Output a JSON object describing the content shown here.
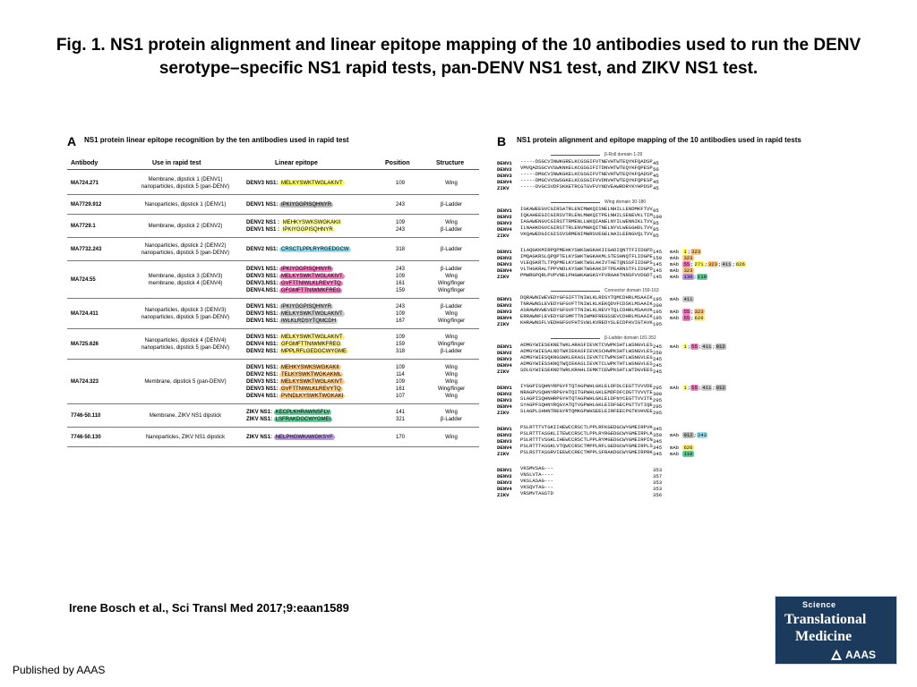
{
  "title": "Fig. 1. NS1 protein alignment and linear epitope mapping of the 10 antibodies used to run the DENV serotype–specific NS1 rapid tests, pan-DENV NS1 test, and ZIKV NS1 test.",
  "citation": "Irene Bosch et al., Sci Transl Med 2017;9:eaan1589",
  "published": "Published by AAAS",
  "logo": {
    "line1": "Science",
    "line2": "Translational",
    "line3": "Medicine",
    "line4": "AAAS"
  },
  "panel_a": {
    "letter": "A",
    "heading": "NS1 protein linear epitope recognition by the ten antibodies used in rapid test",
    "headers": {
      "antibody": "Antibody",
      "use": "Use in rapid test",
      "epitope": "Linear epitope",
      "position": "Position",
      "structure": "Structure"
    },
    "rows": [
      {
        "antibody": "MA724.271",
        "use": [
          "Membrane, dipstick 1 (DENV1)",
          "nanoparticles, dipstick 5 (pan-DENV)"
        ],
        "epitopes": [
          {
            "label": "DENV3 NS1:",
            "seq": "MELKYSWKTWGLAKIVT",
            "color": "#ffff66",
            "position": "109",
            "structure": "Wing"
          }
        ]
      },
      {
        "antibody": "MA7729.912",
        "use": [
          "Nanoparticles, dipstick 1 (DENV1)"
        ],
        "epitopes": [
          {
            "label": "DENV1 NS1:",
            "seq": "IPKIYGGPISQHNYR",
            "color": "#bbbbbb",
            "position": "243",
            "structure": "β-Ladder"
          }
        ]
      },
      {
        "antibody": "MA7729.1",
        "use": [
          "Membrane, dipstick 2 (DENV2)"
        ],
        "epitopes": [
          {
            "label": "DENV2 NS1 :",
            "seq": "MEHKYSWKSWGKAKII",
            "color": "#ffff99",
            "position": "109",
            "structure": "Wing"
          },
          {
            "label": "DENV1 NS1 :",
            "seq": "IPKIYGGPISQHNYR",
            "color": "#ffff99",
            "position": "243",
            "structure": "β-Ladder"
          }
        ]
      },
      {
        "antibody": "MA7732.243",
        "use": [
          "Nanoparticles, dipstick 2 (DENV2)",
          "nanoparticles, dipstick 5 (pan-DENV)"
        ],
        "epitopes": [
          {
            "label": "DENV2 NS1:",
            "seq": "CRSCTLPPLRYRGEDGCW",
            "color": "#99ddee",
            "position": "318",
            "structure": "β-Ladder"
          }
        ]
      },
      {
        "antibody": "MA724.55",
        "use": [
          "Membrane, dipstick 3 (DENV3)",
          "membrane, dipstick 4 (DENV4)"
        ],
        "epitopes": [
          {
            "label": "DENV1 NS1:",
            "seq": "IPKIYGGPISQHNYR",
            "color": "#f080c0",
            "position": "243",
            "structure": "β-Ladder"
          },
          {
            "label": "DENV3 NS1:",
            "seq": "MELKYSWKTWGLAKIVT",
            "color": "#f080c0",
            "position": "109",
            "structure": "Wing"
          },
          {
            "label": "DENV3.NS1:",
            "seq": "GVFTTNIWLKLREVYTQ",
            "color": "#f080c0",
            "position": "161",
            "structure": "Wing/finger"
          },
          {
            "label": "DENV4.NS1:",
            "seq": "GFGMFTTNIWMKFREG",
            "color": "#f080c0",
            "position": "159",
            "structure": "Wing/finger"
          }
        ]
      },
      {
        "antibody": "MA724.411",
        "use": [
          "Nanoparticles, dipstick 3 (DENV3)",
          "nanoparticles, dipstick 5 (pan-DENV)"
        ],
        "epitopes": [
          {
            "label": "DENV1 NS1:",
            "seq": "IPKIYGGPISQHNYR",
            "color": "#cccccc",
            "position": "243",
            "structure": "β-Ladder"
          },
          {
            "label": "DENV3 NS1:",
            "seq": "MELKYSWKTWGLAKIVT",
            "color": "#cccccc",
            "position": "109",
            "structure": "Wing"
          },
          {
            "label": "DENV1 NS1:",
            "seq": "IWLKLRDSYTQMCDH",
            "color": "#cccccc",
            "position": "167",
            "structure": "Wing/finger"
          }
        ]
      },
      {
        "antibody": "MA725.626",
        "use": [
          "Nanoparticles, dipstick 4 (DENV4)",
          "nanoparticles, dipstick 5 (pan-DENV)"
        ],
        "epitopes": [
          {
            "label": "DENV3 NS1:",
            "seq": "MELKYSWKTWGLAKIVT",
            "color": "#ffee88",
            "position": "109",
            "structure": "Wing"
          },
          {
            "label": "DENV4 NS1:",
            "seq": "GFGMFTTNIWMKFREG",
            "color": "#ffee88",
            "position": "159",
            "structure": "Wing/finger"
          },
          {
            "label": "DENV2 NS1:",
            "seq": "MPPLRFLGEDGCWYGME",
            "color": "#ffee88",
            "position": "318",
            "structure": "β-Ladder"
          }
        ]
      },
      {
        "antibody": "MA724.323",
        "use": [
          "Membrane, dipstick 5 (pan-DENV)"
        ],
        "epitopes": [
          {
            "label": "DENV1 NS1:",
            "seq": "MEHKYSWKSWGKAKII",
            "color": "#ffcc88",
            "position": "109",
            "structure": "Wing"
          },
          {
            "label": "DENV2 NS1:",
            "seq": "TELKYSWKTWGKAKML",
            "color": "#ffcc88",
            "position": "114",
            "structure": "Wing"
          },
          {
            "label": "DENV3 NS1:",
            "seq": "MELKYSWKTWGLAKIVT",
            "color": "#ffcc88",
            "position": "109",
            "structure": "Wing"
          },
          {
            "label": "DENV3 NS1:",
            "seq": "GVFTTNIWLKLREVYTQ",
            "color": "#ffcc88",
            "position": "161",
            "structure": "Wing/finger"
          },
          {
            "label": "DENV4 NS1:",
            "seq": "PVNDLKYSWKTWGKAKI",
            "color": "#ffcc88",
            "position": "107",
            "structure": "Wing"
          }
        ]
      },
      {
        "antibody": "7746-50.110",
        "use": [
          "Membrane, ZIKV NS1 dipstick"
        ],
        "epitopes": [
          {
            "label": "ZIKV NS1:",
            "seq": "KECPLKHRAWNSFLV",
            "color": "#66cc99",
            "position": "141",
            "structure": "Wing"
          },
          {
            "label": "ZIKV NS1:",
            "seq": "LSFRAKDGCWYGMEI",
            "color": "#66cc99",
            "position": "321",
            "structure": "β-Ladder"
          }
        ]
      },
      {
        "antibody": "7746-50.130",
        "use": [
          "Nanoparticles, ZIKV NS1 dipstick"
        ],
        "epitopes": [
          {
            "label": "ZIKV NS1:",
            "seq": "NELPHGWKAWGKSYF",
            "color": "#bb99dd",
            "position": "170",
            "structure": "Wing"
          }
        ]
      }
    ]
  },
  "panel_b": {
    "letter": "B",
    "heading": "NS1 protein alignment and epitope mapping of the 10 antibodies used in rapid tests",
    "blocks": [
      {
        "domain": "β-Roll domain 1-29",
        "lines": [
          {
            "name": "DENV1",
            "seq": "-----DSGCVINWKGRELKCGSGIFVTNEVHTWTEQYKFQADSPKRLSAA",
            "end": "45",
            "mab": []
          },
          {
            "name": "DENV2",
            "seq": "VMVQADSGCVVSWKNKELKCGSGIFITDNVHTWTEQYKFQPESPSKLASA",
            "end": "50",
            "mab": []
          },
          {
            "name": "DENV3",
            "seq": "-----DMGCVINWKGKELKCGSGIFVTNEVHTWTEQYKFQADSPKRVATA",
            "end": "45",
            "mab": []
          },
          {
            "name": "DENV4",
            "seq": "-----DMGCVVSWSGKELKCGSGIFVVDNVHTWTEQYKFQPESPARLASA",
            "end": "45",
            "mab": []
          },
          {
            "name": "ZIKV",
            "seq": "-----DVGCSVDFSKKETRCGTGVFVYNDVEAWRDRYKYHPDSPRRLAAA",
            "end": "45",
            "mab": []
          }
        ]
      },
      {
        "domain": "Wing domain 30-180",
        "lines": [
          {
            "name": "DENV1",
            "seq": "IGKAWEEGVCGIRSATRLENIMWKQISNELNHILLENDMKFTVVVGDVSG",
            "end": "95",
            "mab": []
          },
          {
            "name": "DENV2",
            "seq": "IQKAHEEGICGIRSVTRLENLMWKQITPELNHILSENEVKLTIMTGDIKG",
            "end": "100",
            "mab": []
          },
          {
            "name": "DENV3",
            "seq": "IAGAWENGVCGIRSTTRMENLLWKQIANELNYILWENNIKLTVVVGDITG",
            "end": "95",
            "mab": []
          },
          {
            "name": "DENV4",
            "seq": "ILNAHKDGVCGIRSTTRLENVMWKQITNELNYVLWEGGHDLTVVAGDVKG",
            "end": "95",
            "mab": []
          },
          {
            "name": "ZIKV",
            "seq": "VKQAWEDGICGISSVSRMENIMWRSVEGELNAILEENGVQLTVVVGSVKN",
            "end": "95",
            "mab": []
          }
        ]
      },
      {
        "domain": "",
        "lines": [
          {
            "name": "DENV1",
            "seq": "ILAQGKKMIRPQPMEHKYSWKSWGKAKIIGADIQNTTFIIDGPDTPECPD",
            "end": "145",
            "mab": [
              {
                "t": "mAb",
                "c": ""
              },
              {
                "t": "1",
                "c": "#ffff66"
              },
              {
                "t": "323",
                "c": "#ffcc88"
              }
            ]
          },
          {
            "name": "DENV2",
            "seq": "IMQAGKRSLQPQPTELKYSWKTWGKAKMLSTESHNQTFLIDGPETAECPN",
            "end": "150",
            "mab": [
              {
                "t": "mAb",
                "c": ""
              },
              {
                "t": "323",
                "c": "#ffcc88"
              }
            ]
          },
          {
            "name": "DENV3",
            "seq": "VLEQGKRTLTPQPMELKYSWKTWGLAKIVTAETQNSSFIIDGPSTPECPS",
            "end": "145",
            "mab": [
              {
                "t": "mAb",
                "c": ""
              },
              {
                "t": "55",
                "c": "#f080c0"
              },
              {
                "t": "271",
                "c": "#ffff66"
              },
              {
                "t": "323",
                "c": "#ffcc88"
              },
              {
                "t": "411",
                "c": "#cccccc"
              },
              {
                "t": "626",
                "c": "#ffee88"
              }
            ]
          },
          {
            "name": "DENV4",
            "seq": "VLTHGKRALTPPVNDLKYSWKTWGKAKIFTPEARNSTFLIDGPDTSECPN",
            "end": "145",
            "mab": [
              {
                "t": "mAb",
                "c": ""
              },
              {
                "t": "323",
                "c": "#ffcc88"
              }
            ]
          },
          {
            "name": "ZIKV",
            "seq": "PMWRGPQRLPVPVNELPHGWKAWGKSYFVRAAKTNNSFVVDGDTLKECPL",
            "end": "145",
            "mab": [
              {
                "t": "mAb",
                "c": ""
              },
              {
                "t": "130",
                "c": "#bb99dd"
              },
              {
                "t": "110",
                "c": "#66cc99"
              }
            ]
          }
        ]
      },
      {
        "domain": "Connector domain 159-163",
        "lines": [
          {
            "name": "DENV1",
            "seq": "DQRAWNIWEVEDYGFGIFTTNIWLKLRDSYTQMCDHRLMSAAIKDSKAVH",
            "end": "195",
            "mab": [
              {
                "t": "mAb",
                "c": ""
              },
              {
                "t": "411",
                "c": "#cccccc"
              }
            ]
          },
          {
            "name": "DENV2",
            "seq": "TNRAWNSLEVEDYGFGVFTTNIWLKLKEKQDVFCDSKLMSAAIKDNRAVH",
            "end": "200",
            "mab": []
          },
          {
            "name": "DENV3",
            "seq": "ASRAWNVWEVEDYGFGVFTTNIWLKLREVYTQLCDHRLMSAAVKDERAVH",
            "end": "195",
            "mab": [
              {
                "t": "mAb",
                "c": ""
              },
              {
                "t": "55",
                "c": "#f080c0"
              },
              {
                "t": "323",
                "c": "#ffcc88"
              }
            ]
          },
          {
            "name": "DENV4",
            "seq": "ERRAWNFLEVEDYGFGMFTTNIWMKFREGSSEVCDHRLMSAAIKDQKAVH",
            "end": "195",
            "mab": [
              {
                "t": "mAb",
                "c": ""
              },
              {
                "t": "55",
                "c": "#f080c0"
              },
              {
                "t": "626",
                "c": "#ffee88"
              }
            ]
          },
          {
            "name": "ZIKV",
            "seq": "KHRAWNSFLVEDHGFGVFHTSVWLKVREDYSLECDPAVIGTAVKGKEAAH",
            "end": "195",
            "mab": []
          }
        ]
      },
      {
        "domain": "β-Ladder domain 181-352",
        "lines": [
          {
            "name": "DENV1",
            "seq": "ADMGYWIESEKNETWKLARASFIEVKTCVWPKSHTLWSNGVLESEMIIPK",
            "end": "245",
            "mab": [
              {
                "t": "mAb",
                "c": ""
              },
              {
                "t": "1",
                "c": "#ffff99"
              },
              {
                "t": "55",
                "c": "#f080c0"
              },
              {
                "t": "411",
                "c": "#cccccc"
              },
              {
                "t": "912",
                "c": "#bbbbbb"
              }
            ]
          },
          {
            "name": "DENV2",
            "seq": "ADMGYWIESALNDTWKIEKASFIEVKSCHWPKSHTLWSNGVLESEMIIPK",
            "end": "250",
            "mab": []
          },
          {
            "name": "DENV3",
            "seq": "ADMGYWIESQKNGSWKLEKASLIEVKTCTWPKSHTLWSNGVLESDMIIPK",
            "end": "245",
            "mab": []
          },
          {
            "name": "DENV4",
            "seq": "ADMGYWIESSKNQTWQIEKASLIEVKTCLWPKTHTLWSNGVLESQMLIPK",
            "end": "245",
            "mab": []
          },
          {
            "name": "ZIKV",
            "seq": "SDLGYWIESEKNDTWRLKRAHLIEMKTCEWPKSHTLWTDGVEESDLIIPK",
            "end": "245",
            "mab": []
          }
        ]
      },
      {
        "domain": "",
        "lines": [
          {
            "name": "DENV1",
            "seq": "IYGGPISQHNYRPGYFTQTAGPWHLGKLELDFDLCEGTTVVVDEHCGNRG",
            "end": "295",
            "mab": [
              {
                "t": "mAb",
                "c": ""
              },
              {
                "t": "1",
                "c": "#ffff99"
              },
              {
                "t": "55",
                "c": "#f080c0"
              },
              {
                "t": "411",
                "c": "#cccccc"
              },
              {
                "t": "912",
                "c": "#bbbbbb"
              }
            ]
          },
          {
            "name": "DENV2",
            "seq": "NRAGPVSQHNYRPGYHTQITGPWHLGKLEMDFDFCDGTTVVVTEDCGNRG",
            "end": "300",
            "mab": []
          },
          {
            "name": "DENV3",
            "seq": "SLAGPISQHNHRPGYHTQTAGPWHLGKLELDFNYCEGTTVVITENCGTRG",
            "end": "295",
            "mab": []
          },
          {
            "name": "DENV4",
            "seq": "SYAGPFSQHNYRQGYATQTVGPWHLGKLEIDFGECPGTTVTIQEDCDHRG",
            "end": "295",
            "mab": []
          },
          {
            "name": "ZIKV",
            "seq": "SLAGPLSHHNTREGYRTQMKGPWHSEELEIRFEECPGTKVHVEETCGTRG",
            "end": "295",
            "mab": []
          }
        ]
      },
      {
        "domain": "",
        "lines": [
          {
            "name": "DENV1",
            "seq": "PSLRTTTVTGKIIHEWCCRSCTLPPLRFKGEDGCWYGMEIRPVKEKEENL",
            "end": "345",
            "mab": []
          },
          {
            "name": "DENV2",
            "seq": "PSLRTTTASGKLITEWCCRSCTLPPLRYRGEDGCWYGMEIRPLKEKEENL",
            "end": "350",
            "mab": [
              {
                "t": "mAb",
                "c": ""
              },
              {
                "t": "912",
                "c": "#bbbbbb"
              },
              {
                "t": "243",
                "c": "#99ddee"
              }
            ]
          },
          {
            "name": "DENV3",
            "seq": "PSLRTTTVSGKLIHEWCCRSCTLPPLRYMGEDGCWYGMEIRPINEKEENM",
            "end": "345",
            "mab": []
          },
          {
            "name": "DENV4",
            "seq": "PSLRTTTASGKLVTQWCCRSCTMPPLRFLGEDGCWYGMEIRPLSEKEENM",
            "end": "345",
            "mab": [
              {
                "t": "mAb",
                "c": ""
              },
              {
                "t": "626",
                "c": "#ffee88"
              }
            ]
          },
          {
            "name": "ZIKV",
            "seq": "PSLRSTTASGRVIEEWCCRECTMPPLSFRAKDGCWYGMEIRPRKEPESNL",
            "end": "345",
            "mab": [
              {
                "t": "mAb",
                "c": ""
              },
              {
                "t": "110",
                "c": "#66cc99"
              }
            ]
          }
        ]
      },
      {
        "domain": "",
        "lines": [
          {
            "name": "DENV1",
            "seq": "VKSMVSAG---",
            "end": "353",
            "mab": []
          },
          {
            "name": "DENV2",
            "seq": "VNSLVTA----",
            "end": "357",
            "mab": []
          },
          {
            "name": "DENV3",
            "seq": "VKSLASAG---",
            "end": "353",
            "mab": []
          },
          {
            "name": "DENV4",
            "seq": "VKSQVTAG---",
            "end": "353",
            "mab": []
          },
          {
            "name": "ZIKV",
            "seq": "VRSMVTAGSTD",
            "end": "356",
            "mab": []
          }
        ]
      }
    ]
  }
}
